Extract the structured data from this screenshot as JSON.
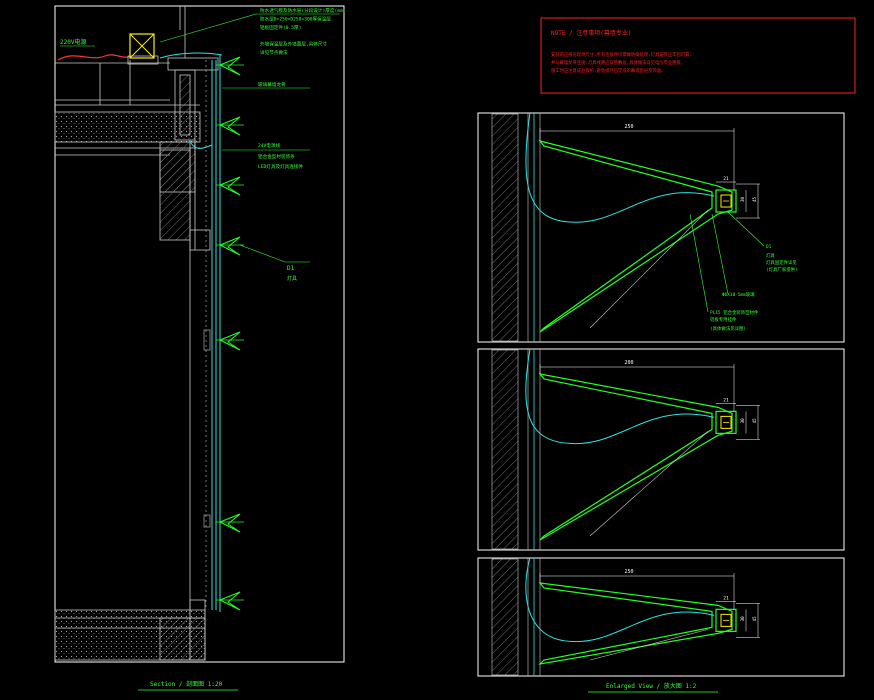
{
  "colors": {
    "background": "#000000",
    "frame": "#ffffff",
    "outline": "#c8c8c8",
    "hatch": "#9a9a9a",
    "glass": "#2fe0e0",
    "fin": "#22ff22",
    "text_green": "#33ff33",
    "note_red": "#ff2020",
    "accent_yellow": "#ffee00",
    "rain_red": "#ff3333"
  },
  "section": {
    "title": "Section / 剖面图 1:20",
    "labels": {
      "rain": "220V电源",
      "d1": "D1",
      "d1_sub": "灯具"
    },
    "notes_top": [
      "防水透气膜及防水层(分段设计)厚度(mm)",
      "防水层D=250×D250×300厚保温层",
      "铝板固定件(0.5厚)",
      "外墙保温层及外墙面层,具体尺寸",
      "详见节点做法"
    ],
    "notes_mid": [
      "玻璃幕墙龙骨",
      "24V电源线",
      "铝合金型材装饰条",
      "LED灯具及灯具连接件"
    ]
  },
  "note_box": {
    "title": "NOTE / 注意事项(幕墙专业)",
    "lines": [
      "安装前应核对现场尺寸,所有连接件均需做防腐处理,灯具安装应牢固可靠,",
      "并与幕墙龙骨连接,灯具线路应穿管敷设,具体做法详见电气专业图纸,",
      "施工时应注意成品保护,避免损坏已完成的幕墙面层及饰面。"
    ]
  },
  "details": [
    {
      "dim_top": "250",
      "dim_w": "21",
      "dim_h1": "30",
      "dim_h2": "45",
      "callouts": [
        "D1",
        "灯具",
        "灯具固定件详见",
        "(灯具厂家提供)",
        "Φ6X10 5mm玻璃",
        "PL15 铝合金装饰型材件",
        "铝板专用挂件",
        "(具体做法见详图)"
      ]
    },
    {
      "dim_top": "200",
      "dim_w": "21",
      "dim_h1": "30",
      "dim_h2": "45",
      "callouts": []
    },
    {
      "dim_top": "250",
      "dim_w": "21",
      "dim_h1": "30",
      "dim_h2": "45",
      "callouts": []
    }
  ],
  "captions": {
    "enlarged": "Enlarged View / 放大图 1:2"
  }
}
